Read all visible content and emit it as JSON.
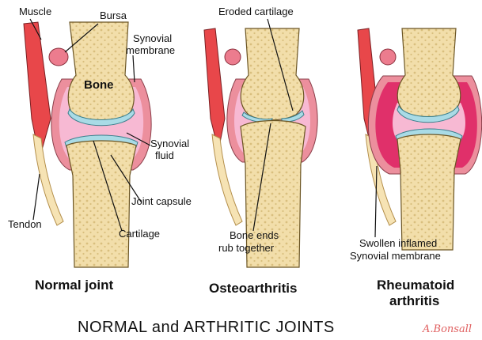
{
  "labels": {
    "muscle": "Muscle",
    "bursa": "Bursa",
    "synovial_membrane_1": "Synovial",
    "synovial_membrane_2": "membrane",
    "bone": "Bone",
    "synovial_fluid_1": "Synovial",
    "synovial_fluid_2": "fluid",
    "joint_capsule": "Joint capsule",
    "tendon": "Tendon",
    "cartilage": "Cartilage",
    "eroded_cartilage": "Eroded cartilage",
    "bone_ends_1": "Bone ends",
    "bone_ends_2": "rub together",
    "swollen_1": "Swollen inflamed",
    "swollen_2": "Synovial membrane"
  },
  "captions": {
    "normal": "Normal joint",
    "osteo": "Osteoarthritis",
    "rheum_1": "Rheumatoid",
    "rheum_2": "arthritis"
  },
  "title": "NORMAL and ARTHRITIC JOINTS",
  "signature": "A.Bonsall",
  "colors": {
    "bone": "#f2deaa",
    "bone_dots": "#d9bf7e",
    "cartilage": "#a9dbe6",
    "synovial_fluid": "#f7b9d3",
    "synovial_membrane": "#f28db0",
    "inflamed_membrane": "#e0306a",
    "muscle": "#e8474a",
    "capsule": "#ec8f9d",
    "tendon": "#f6e3b4"
  }
}
